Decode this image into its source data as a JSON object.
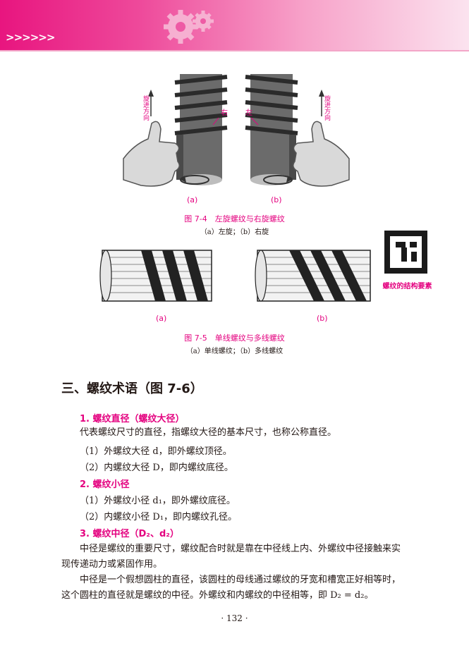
{
  "header": {
    "chevrons": ">>>>>>"
  },
  "figure_7_4": {
    "caption": "图 7-4　左旋螺纹与右旋螺纹",
    "subcaption": "（a）左旋；（b）右旋",
    "label_a": "(a)",
    "label_b": "(b)",
    "left_arrow_text": "旋进方向",
    "left_thread_tag": "右",
    "right_thread_tag": "左",
    "right_arrow_text": "旋进方向"
  },
  "figure_7_5": {
    "caption": "图 7-5　单线螺纹与多线螺纹",
    "subcaption": "（a）单线螺纹；（b）多线螺纹",
    "label_a": "(a)",
    "label_b": "(b)"
  },
  "qr": {
    "label": "螺纹的结构要素"
  },
  "section": {
    "title": "三、螺纹术语（图 7-6）",
    "h1": "1. 螺纹直径（螺纹大径）",
    "p1": "代表螺纹尺寸的直径，指螺纹大径的基本尺寸，也称公称直径。",
    "li1": "（1）外螺纹大径 d，即外螺纹顶径。",
    "li2": "（2）内螺纹大径 D，即内螺纹底径。",
    "h2": "2. 螺纹小径",
    "li3": "（1）外螺纹小径 d₁，即外螺纹底径。",
    "li4": "（2）内螺纹小径 D₁，即内螺纹孔径。",
    "h3": "3. 螺纹中径（D₂、d₂）",
    "p2": "中径是螺纹的重要尺寸，螺纹配合时就是靠在中径线上内、外螺纹中径接触来实现传递动力或紧固作用。",
    "p3": "中径是一个假想圆柱的直径，该圆柱的母线通过螺纹的牙宽和槽宽正好相等时，这个圆柱的直径就是螺纹的中径。外螺纹和内螺纹的中径相等，即 D₂ = d₂。"
  },
  "footer": {
    "page_number": "· 132 ·"
  }
}
